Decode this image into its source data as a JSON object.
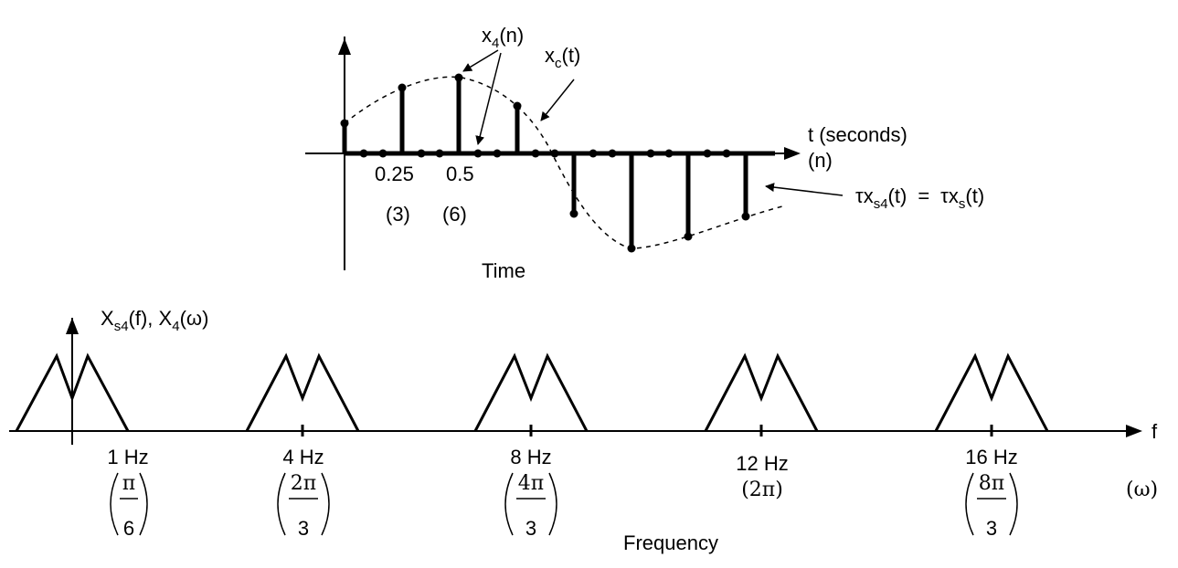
{
  "time_plot": {
    "signal_label": {
      "base": "x",
      "sub": "4",
      "arg": "(n)"
    },
    "continuous_label": {
      "base": "x",
      "sub": "c",
      "arg": "(t)"
    },
    "axis_label_t": "t (seconds)",
    "axis_label_n": "(n)",
    "tick_025": "0.25",
    "tick_05": "0.5",
    "index_3": "(3)",
    "index_6": "(6)",
    "scaled_label": "τx",
    "scaled_sub": "s4",
    "scaled_arg": "(t)",
    "eq": "=",
    "scaled_label2": "τx",
    "scaled_sub2": "s",
    "scaled_arg2": "(t)",
    "caption": "Time"
  },
  "freq_plot": {
    "spectrum_label_a": "X",
    "spectrum_sub_a": "s4",
    "spectrum_arg_a": "(f),",
    "spectrum_label_b": " X",
    "spectrum_sub_b": "4",
    "spectrum_arg_b": "(ω)",
    "axis_label_f": "f",
    "axis_label_omega": "(ω)",
    "ticks": [
      {
        "hz": "1 Hz",
        "num": "π",
        "den": "6",
        "frac": true
      },
      {
        "hz": "4 Hz",
        "num": "2π",
        "den": "3",
        "frac": true
      },
      {
        "hz": "8 Hz",
        "num": "4π",
        "den": "3",
        "frac": true
      },
      {
        "hz": "12 Hz",
        "plain": "(2π)",
        "frac": false
      },
      {
        "hz": "16 Hz",
        "num": "8π",
        "den": "3",
        "frac": true
      }
    ],
    "caption": "Frequency"
  }
}
